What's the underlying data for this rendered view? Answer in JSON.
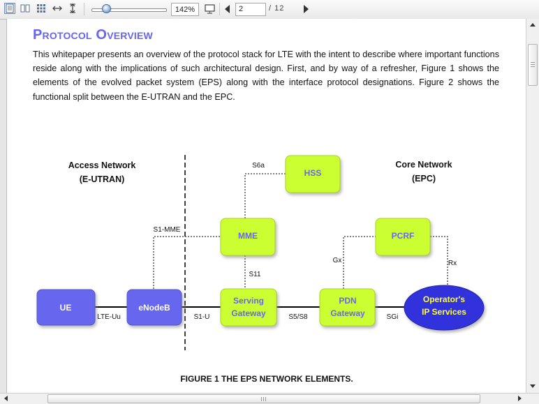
{
  "toolbar": {
    "zoom": "142%",
    "current_page": "2",
    "total_pages": "/ 12"
  },
  "document": {
    "heading": "Protocol Overview",
    "paragraph": "This whitepaper presents an overview of the protocol stack for LTE with the intent to describe where important functions reside along with the implications of such architectural design. First, and by way of a refresher, Figure 1 shows the elements of the evolved packet system (EPS) along with the interface protocol designations. Figure 2 shows the functional split between the E-UTRAN and the EPC.",
    "figure": {
      "access_title": "Access Network",
      "access_subtitle": "(E-UTRAN)",
      "core_title": "Core Network",
      "core_subtitle": "(EPC)",
      "nodes": {
        "ue": "UE",
        "enodeb": "eNodeB",
        "mme": "MME",
        "hss": "HSS",
        "sgw_line1": "Serving",
        "sgw_line2": "Gateway",
        "pgw_line1": "PDN",
        "pgw_line2": "Gateway",
        "pcrf": "PCRF",
        "ops_line1": "Operator's",
        "ops_line2": "IP Services"
      },
      "interfaces": {
        "lte_uu": "LTE-Uu",
        "s1_mme": "S1-MME",
        "s1_u": "S1-U",
        "s6a": "S6a",
        "s11": "S11",
        "s5_s8": "S5/S8",
        "gx": "Gx",
        "rx": "Rx",
        "sgi": "SGi"
      },
      "caption": "FIGURE 1 THE EPS NETWORK ELEMENTS."
    }
  },
  "colors": {
    "heading": "#6666ee",
    "blue_node": "#6666ee",
    "green_node": "#ccff33",
    "node_text_on_green": "#6666ee",
    "node_text_on_blue": "#ffffff"
  }
}
